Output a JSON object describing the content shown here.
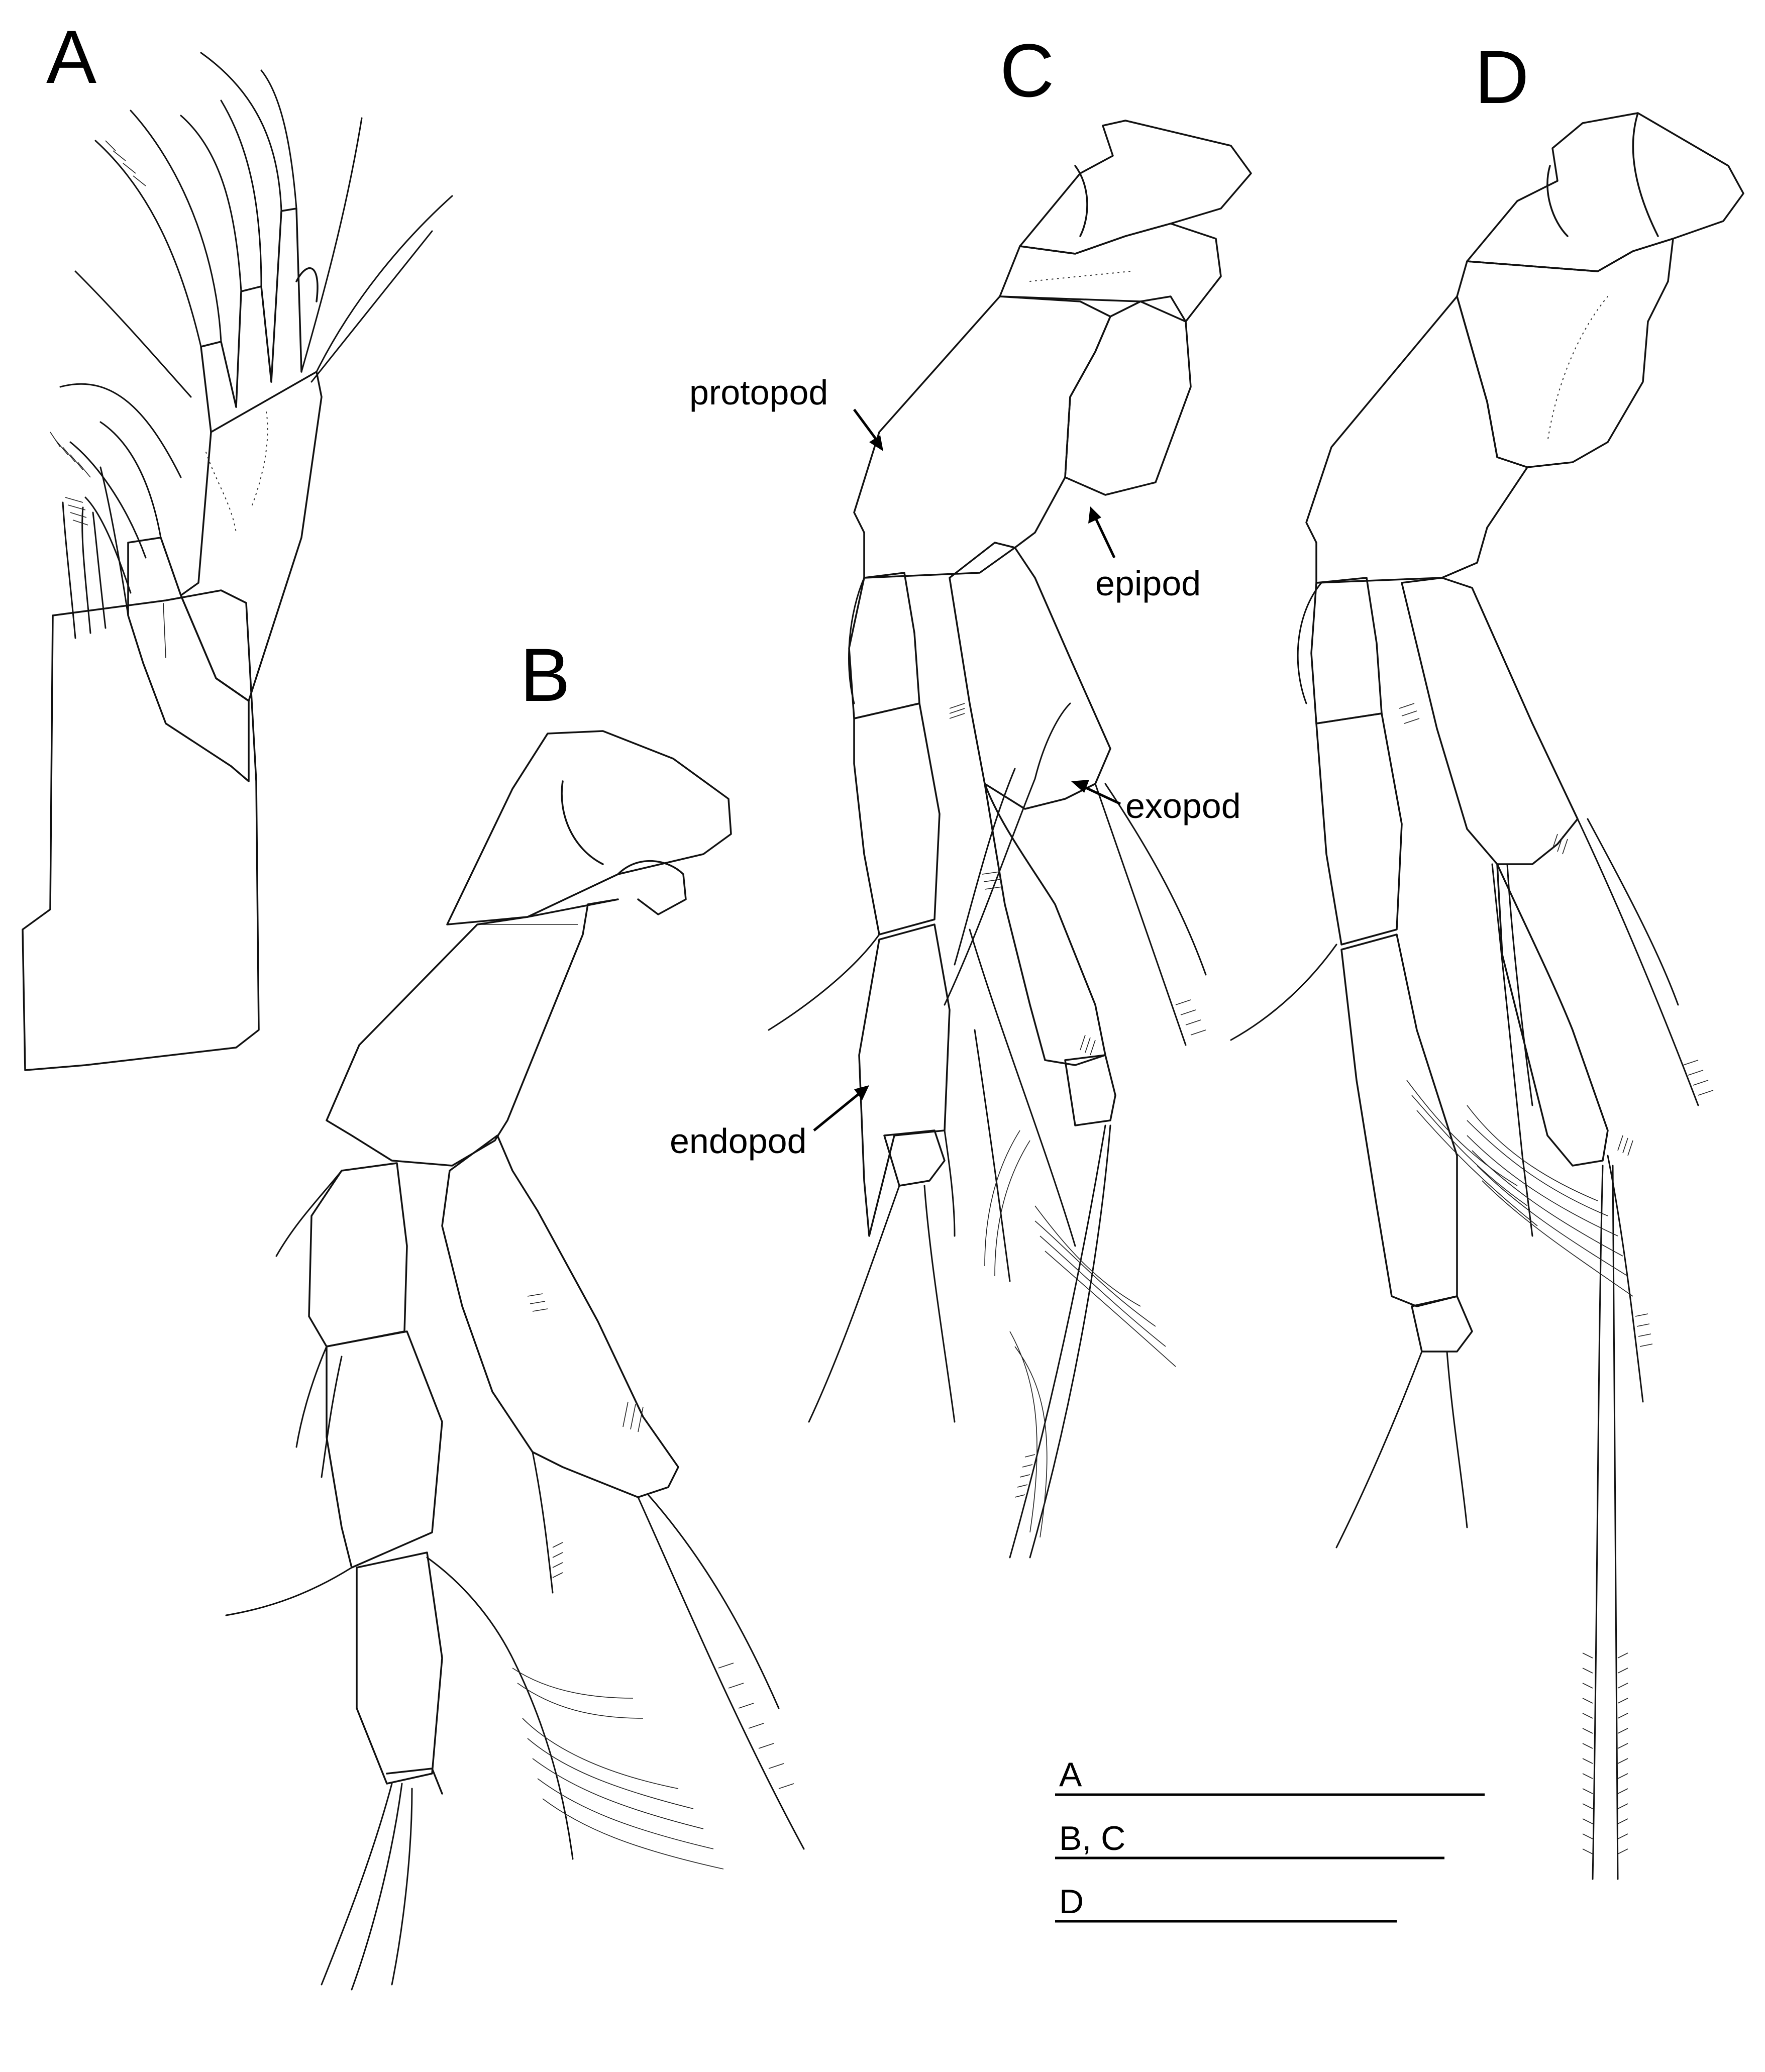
{
  "panels": {
    "a": "A",
    "b": "B",
    "c": "C",
    "d": "D"
  },
  "callouts": {
    "protopod": "protopod",
    "epipod": "epipod",
    "exopod": "exopod",
    "endopod": "endopod"
  },
  "scale_bars": [
    {
      "label": "A"
    },
    {
      "label": "B, C"
    },
    {
      "label": "D"
    }
  ],
  "colors": {
    "line": "#111111",
    "background": "#ffffff"
  }
}
